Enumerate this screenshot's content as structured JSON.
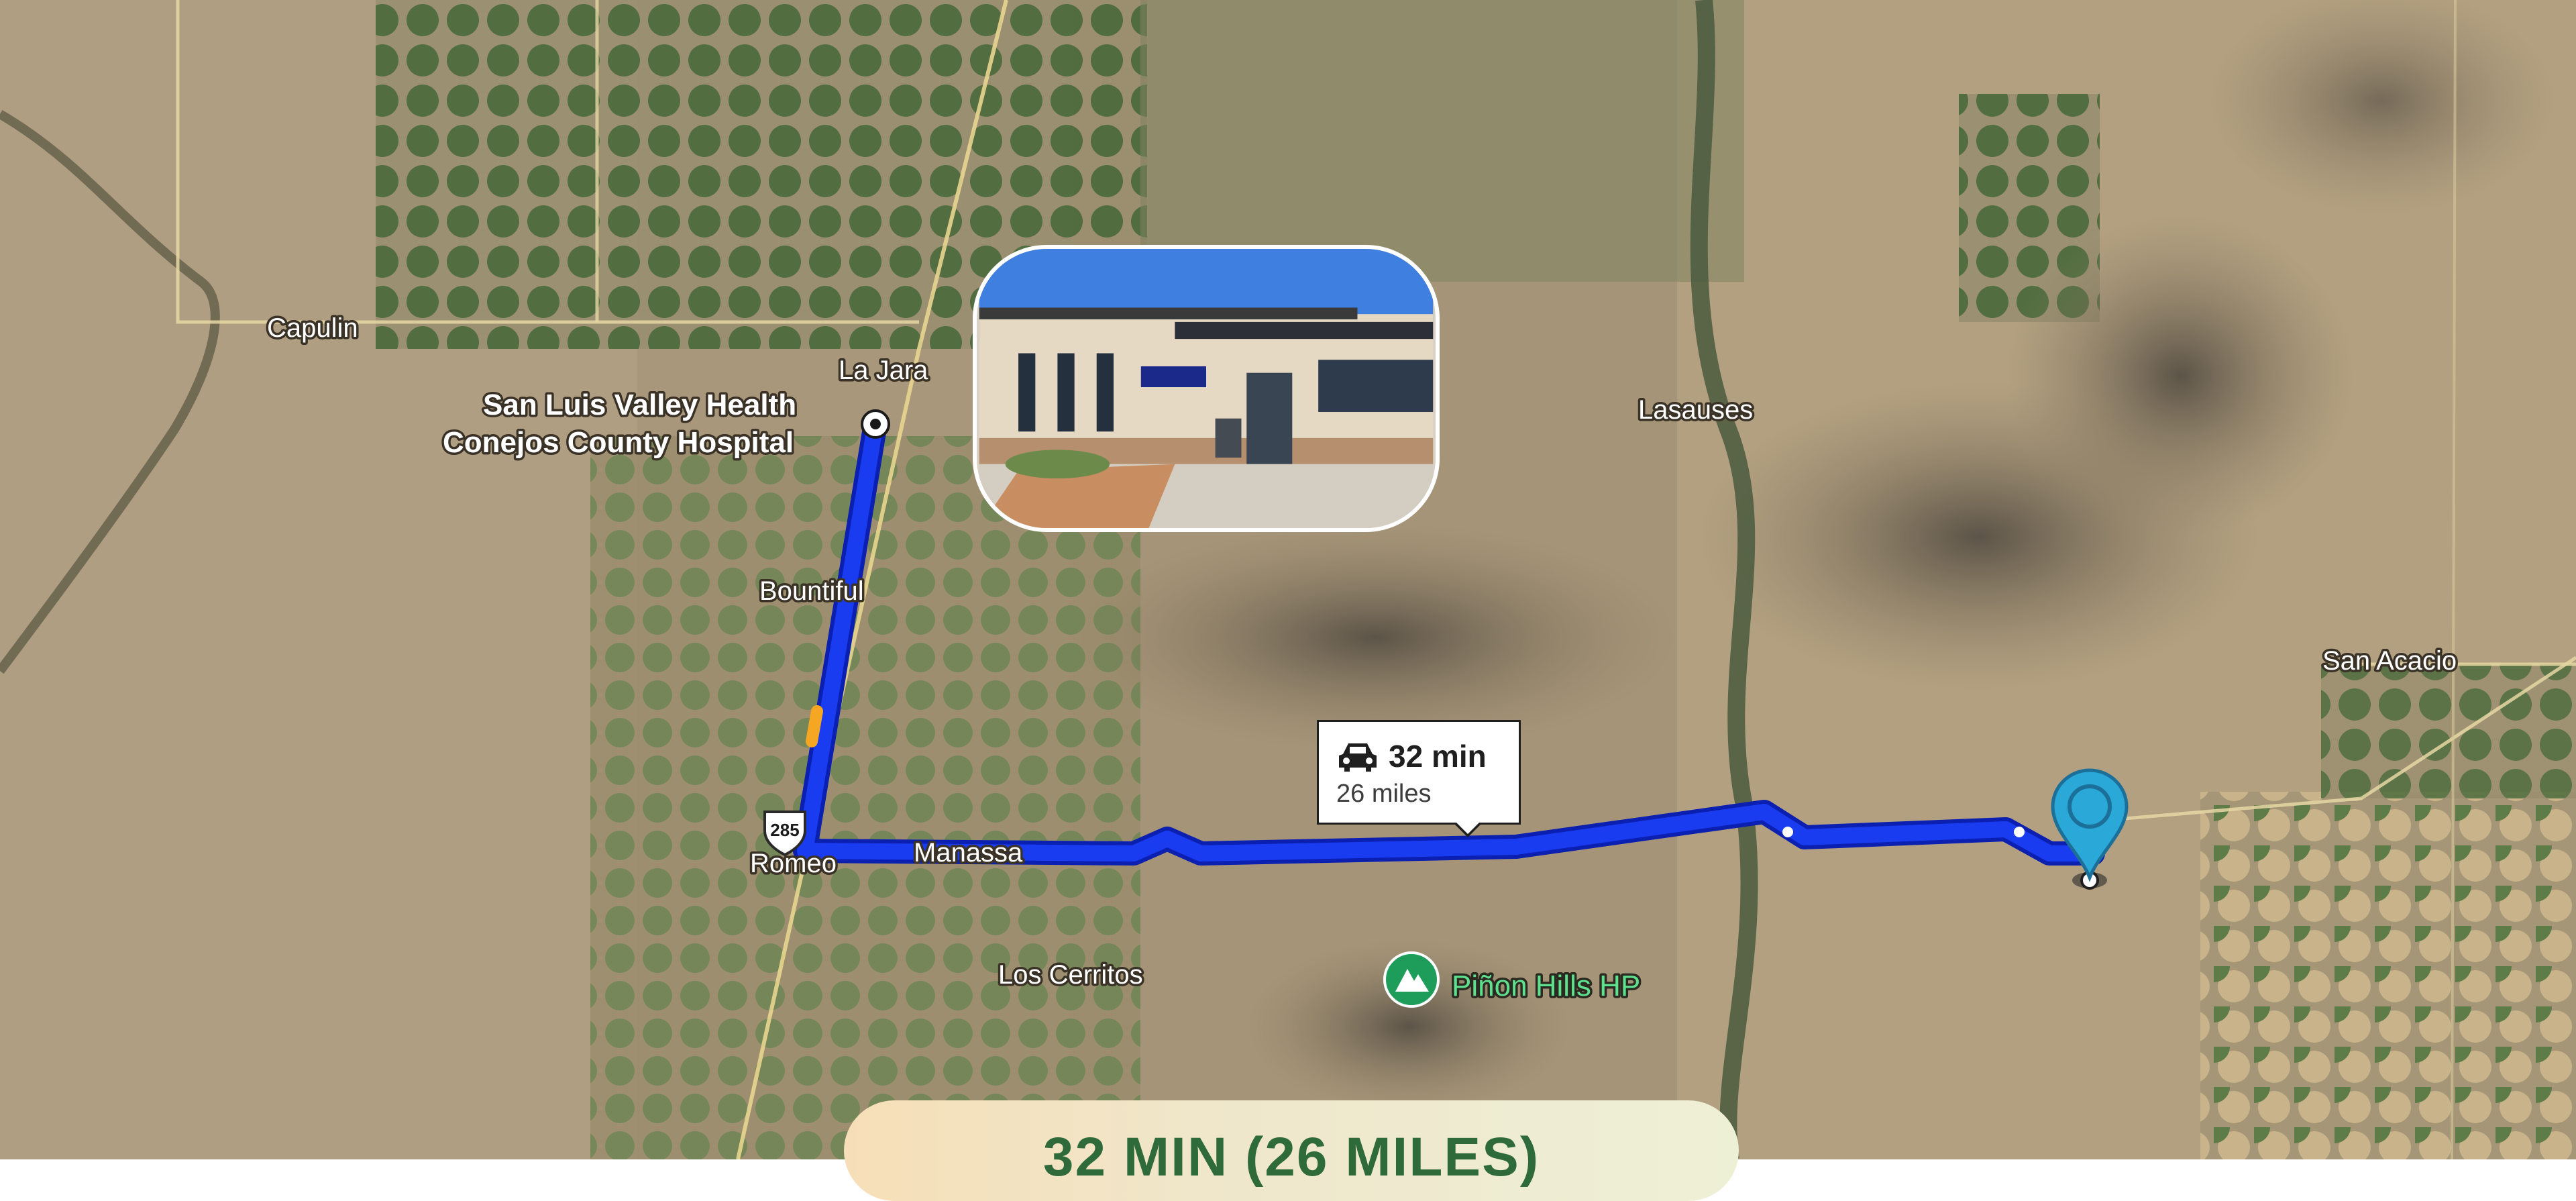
{
  "map": {
    "places": {
      "capulin": "Capulin",
      "la_jara": "La Jara",
      "bountiful": "Bountiful",
      "romeo": "Romeo",
      "manassa": "Manassa",
      "los_cerritos": "Los Cerritos",
      "lasauses": "Lasauses",
      "san_acacio": "San Acacio"
    },
    "poi": {
      "origin_line1": "San Luis Valley Health",
      "origin_line2": "Conejos County Hospital",
      "park": "Piñon Hills HP"
    },
    "highway_shield": "285",
    "route_color": "#1a3cf0",
    "route_border": "#0b1fb0",
    "traffic_color": "#f5a623"
  },
  "callout": {
    "icon": "car-icon",
    "time": "32 min",
    "distance": "26 miles"
  },
  "banner": {
    "text": "32 MIN (26 MILES)"
  },
  "destination": {
    "icon": "location-pin-icon",
    "color": "#2aa8d8"
  }
}
